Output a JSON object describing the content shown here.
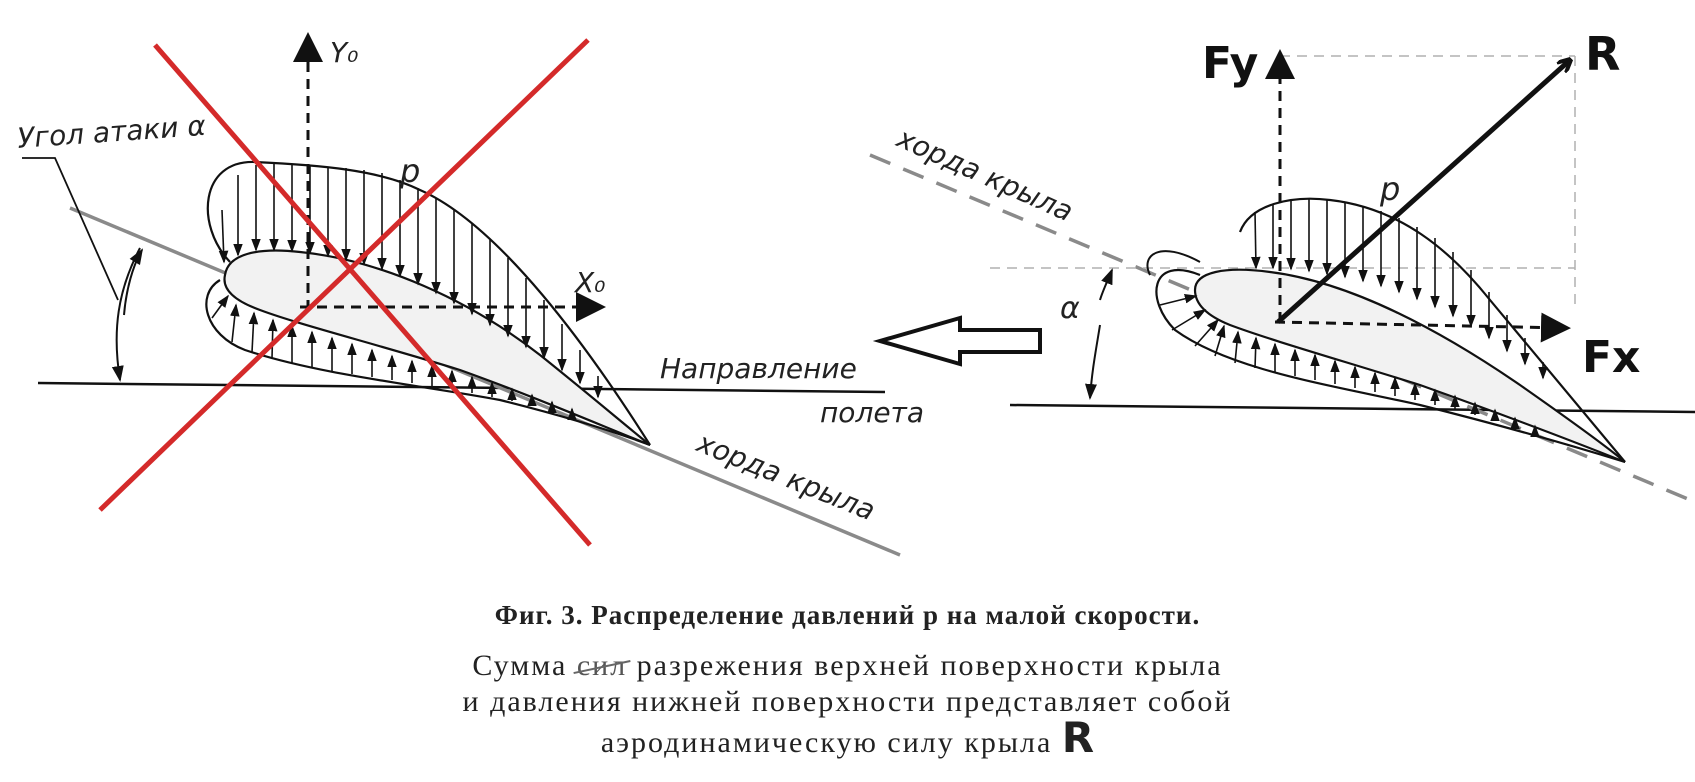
{
  "left_figure": {
    "axis_y_label": "Y₀",
    "axis_x_label": "X₀",
    "pressure_label": "p",
    "angle_label": "Угол атаки α",
    "direction_label_line1": "Направление",
    "direction_label_line2": "полета",
    "chord_label": "хорда крыла"
  },
  "right_figure": {
    "fy_label": "Fy",
    "fx_label": "Fx",
    "r_label": "R",
    "alpha_label": "α",
    "pressure_label": "p",
    "chord_label": "хорда крыла"
  },
  "caption": {
    "title": "Фиг. 3. Распределение давлений p на малой скорости.",
    "line1_start": "Сумма",
    "line1_struck": "сил",
    "line1_end": "разрежения верхней поверхности крыла",
    "line2": "и давления нижней поверхности представляет собой",
    "line3": "аэродинамическую силу крыла",
    "line3_symbol": "R"
  },
  "colors": {
    "cross": "#d42a2a",
    "ink": "#111111",
    "chord_gray": "#8a8a8a",
    "dash_gray": "#b0b0b0"
  }
}
